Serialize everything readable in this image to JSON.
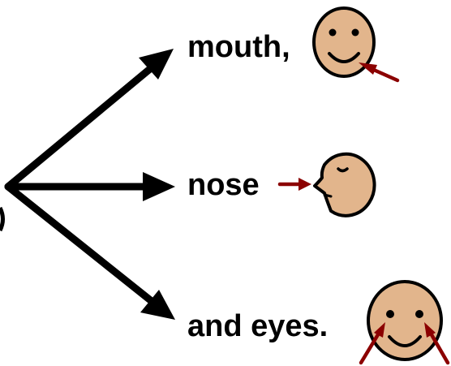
{
  "labels": {
    "mouth": "mouth,",
    "nose": "nose",
    "eyes": "and eyes."
  },
  "icons": {
    "mouth": "face-mouth-icon",
    "nose": "face-nose-profile-icon",
    "eyes": "face-eyes-icon",
    "pointer": "red-pointer-arrow-icon"
  },
  "colors": {
    "skin": "#e2b58c",
    "outline": "#000000",
    "pointer": "#8b0000",
    "arrow": "#000000"
  }
}
